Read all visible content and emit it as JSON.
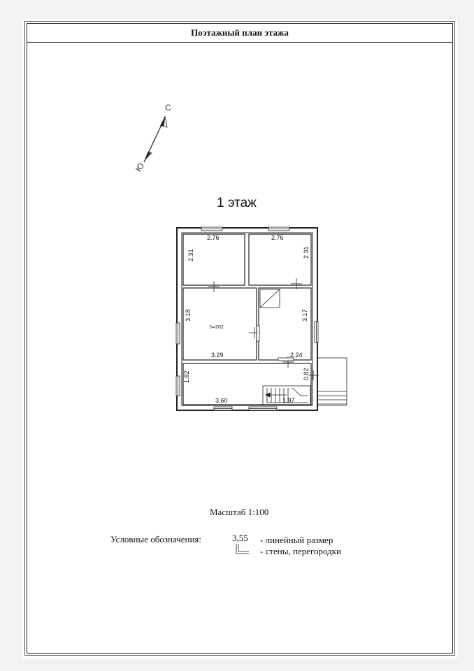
{
  "title": "Поэтажный план этажа",
  "floor_label": "1 этаж",
  "compass": {
    "north": "С",
    "south": "Ю"
  },
  "rooms": {
    "top_left": {
      "width": "2.76",
      "height": "2.31"
    },
    "top_right": {
      "width": "2.76",
      "height": "2.31"
    },
    "middle_left": {
      "width": "3.29",
      "height": "3.18",
      "ceiling": "h=202"
    },
    "middle_right": {
      "width": "2.24",
      "height": "3.17"
    },
    "bottom_hall": {
      "width": "3.60",
      "height": "1.82"
    },
    "stair": {
      "width": "1.97",
      "height": "0.82"
    }
  },
  "scale": "Масштаб 1:100",
  "legend": {
    "title": "Условные обозначения:",
    "sample_value": "3,55",
    "linear_desc": "- линейный размер",
    "walls_desc": "- стены, перегородки"
  }
}
